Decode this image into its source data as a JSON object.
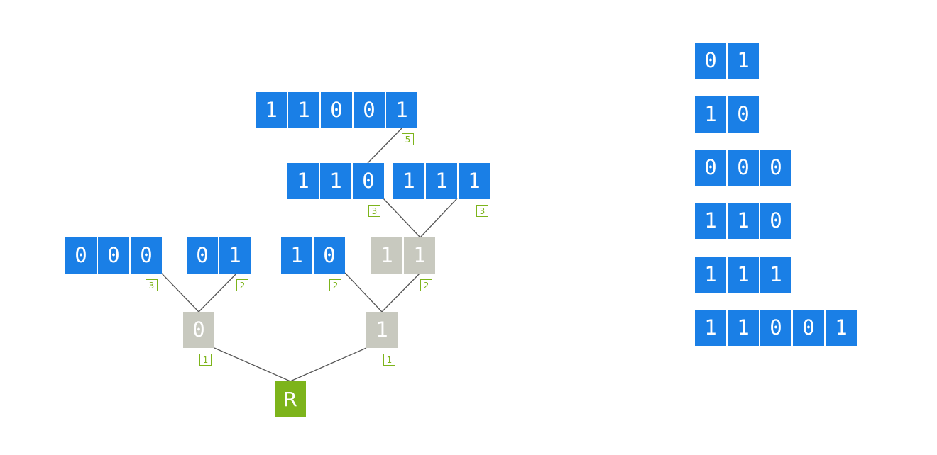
{
  "colors": {
    "key_cell": "#1a7fe6",
    "internal_node": "#c8c9bf",
    "root_node": "#7db41b",
    "depth_badge": "#7db41b",
    "edge": "#555555"
  },
  "tree": {
    "root": {
      "label": "R"
    },
    "nodes": [
      {
        "id": "n0",
        "digits": [
          "0"
        ],
        "kind": "internal",
        "depth": "1"
      },
      {
        "id": "n1",
        "digits": [
          "1"
        ],
        "kind": "internal",
        "depth": "1"
      },
      {
        "id": "n11",
        "digits": [
          "1",
          "1"
        ],
        "kind": "internal",
        "depth": "2"
      },
      {
        "id": "k000",
        "digits": [
          "0",
          "0",
          "0"
        ],
        "kind": "key",
        "depth": "3"
      },
      {
        "id": "k01",
        "digits": [
          "0",
          "1"
        ],
        "kind": "key",
        "depth": "2"
      },
      {
        "id": "k10",
        "digits": [
          "1",
          "0"
        ],
        "kind": "key",
        "depth": "2"
      },
      {
        "id": "k110",
        "digits": [
          "1",
          "1",
          "0"
        ],
        "kind": "key",
        "depth": "3"
      },
      {
        "id": "k111",
        "digits": [
          "1",
          "1",
          "1"
        ],
        "kind": "key",
        "depth": "3"
      },
      {
        "id": "k11001",
        "digits": [
          "1",
          "1",
          "0",
          "0",
          "1"
        ],
        "kind": "key",
        "depth": "5"
      }
    ]
  },
  "sorted_keys": [
    {
      "digits": [
        "0",
        "1"
      ]
    },
    {
      "digits": [
        "1",
        "0"
      ]
    },
    {
      "digits": [
        "0",
        "0",
        "0"
      ]
    },
    {
      "digits": [
        "1",
        "1",
        "0"
      ]
    },
    {
      "digits": [
        "1",
        "1",
        "1"
      ]
    },
    {
      "digits": [
        "1",
        "1",
        "0",
        "0",
        "1"
      ]
    }
  ]
}
